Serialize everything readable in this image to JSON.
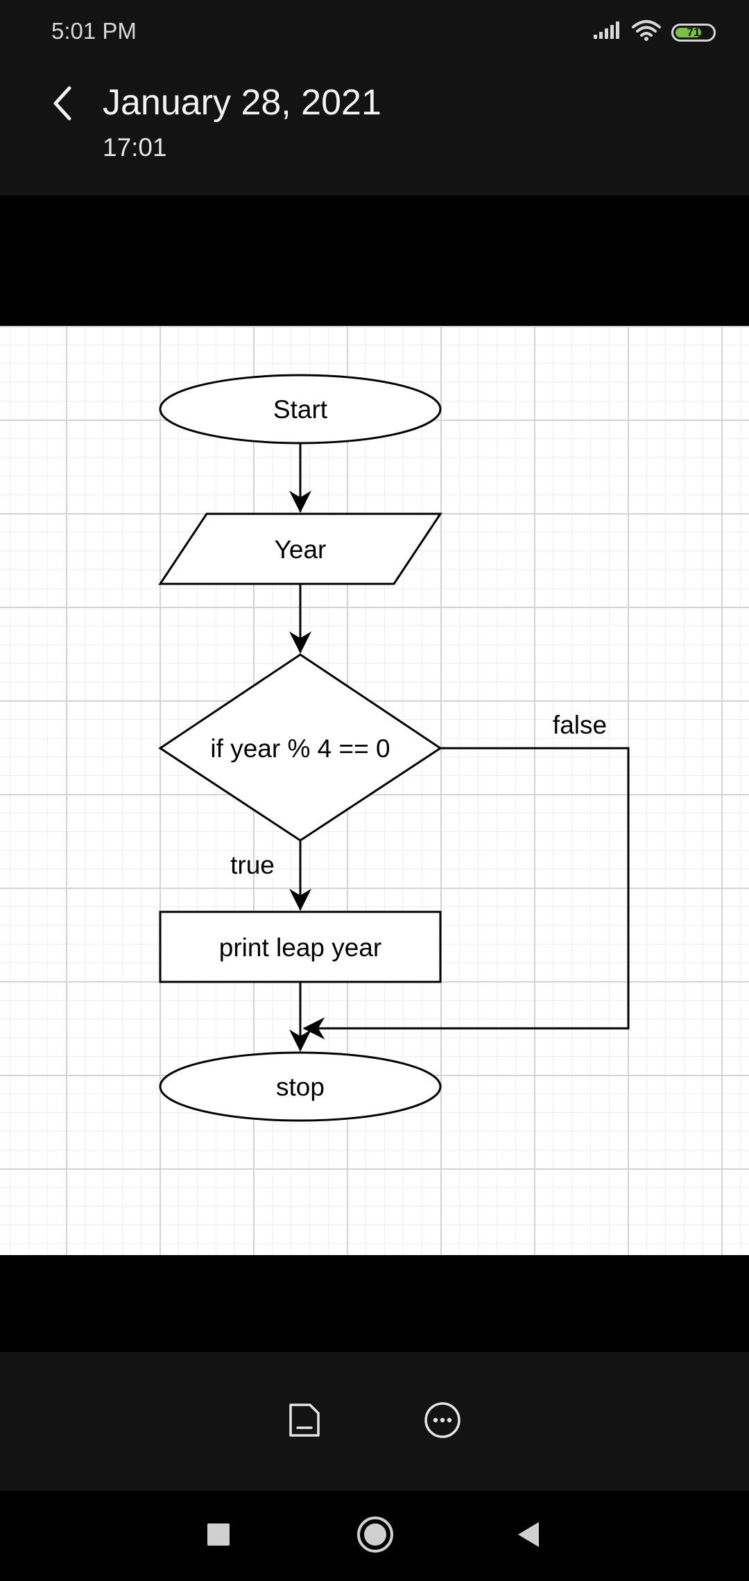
{
  "status_bar": {
    "time": "5:01 PM",
    "battery_level": "71",
    "battery_fraction": 0.71,
    "icons": [
      "signal-icon",
      "wifi-icon",
      "battery-icon"
    ]
  },
  "header": {
    "title": "January 28, 2021",
    "subtitle": "17:01",
    "back_icon": "chevron-left-icon"
  },
  "flowchart": {
    "start_label": "Start",
    "input_label": "Year",
    "decision_label": "if  year % 4 == 0",
    "false_label": "false",
    "true_label": "true",
    "process_label": "print leap year",
    "end_label": "stop"
  },
  "toolbar": {
    "items": [
      "edit-note-icon",
      "more-options-icon"
    ]
  },
  "navbar": {
    "items": [
      "recents-square-icon",
      "home-circle-icon",
      "back-triangle-icon"
    ]
  },
  "colors": {
    "bar_background": "#131313",
    "battery_green": "#7bc043",
    "grid_major": "#d3d3d3",
    "grid_minor": "#efefef"
  }
}
